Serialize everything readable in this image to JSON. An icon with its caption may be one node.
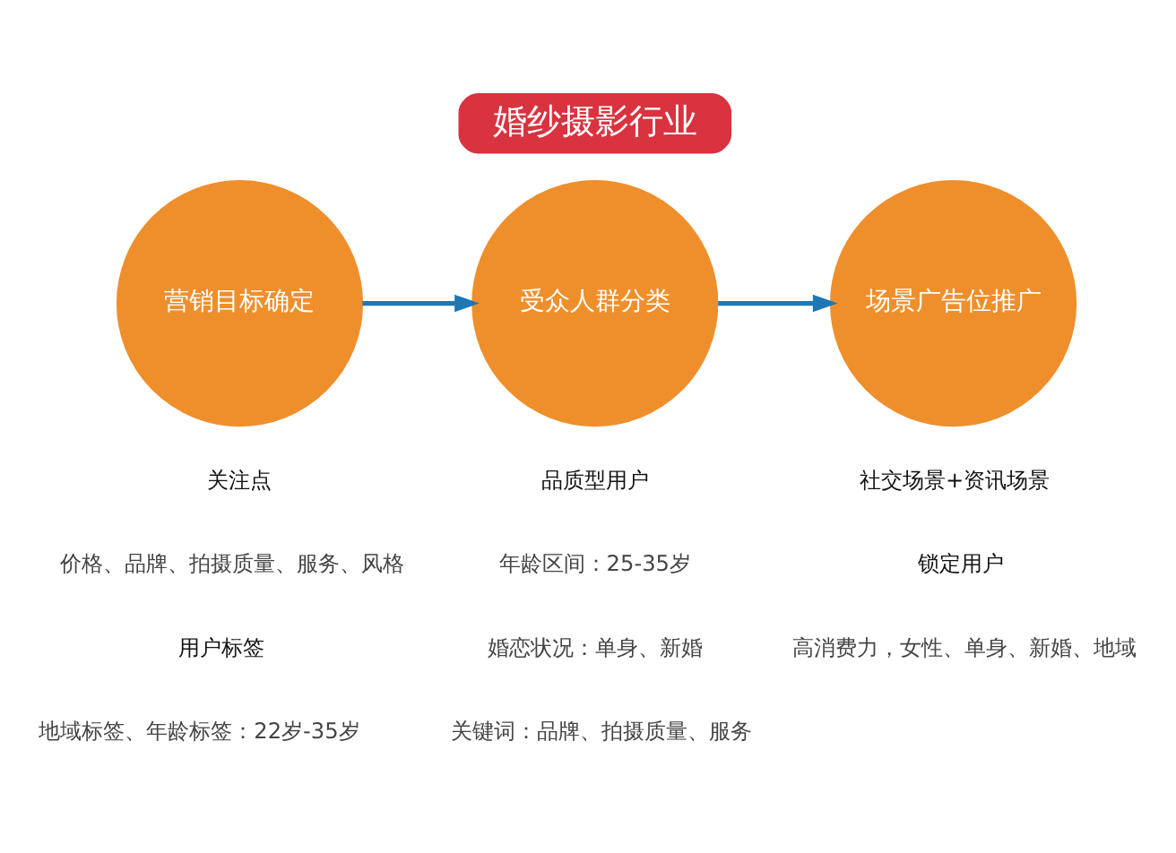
{
  "diagram": {
    "nodes": [
      {
        "text": [
          "婚纱摄影行业"
        ]
      },
      {
        "text": [
          "营销目标确定"
        ]
      },
      {
        "text": [
          "受众人群分类"
        ]
      },
      {
        "text": [
          "场景广告位推广"
        ]
      }
    ],
    "edges": [
      {
        "from": 1,
        "to": 2,
        "arrow": "to"
      },
      {
        "from": 2,
        "to": 3,
        "arrow": "to"
      }
    ],
    "labels": [
      "关注点",
      "价格、品牌、拍摄质量、服务、风格",
      "用户标签",
      "地域标签、年龄标签：22岁-35岁",
      "品质型用户",
      "年龄区间：25-35岁",
      "婚恋状况：单身、新婚",
      "关键词：品牌、拍摄质量、服务",
      "社交场景+资讯场景",
      "锁定用户",
      "高消费力，女性、单身、新婚、地域"
    ]
  }
}
